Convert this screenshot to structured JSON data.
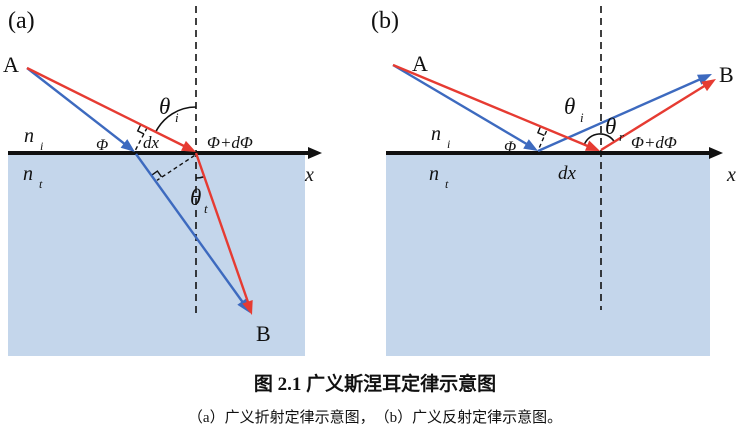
{
  "panel_a": {
    "tag": "(a)",
    "source": "A",
    "destination": "B",
    "theta_i": "θ",
    "theta_i_sub": "i",
    "theta_t": "θ",
    "theta_t_sub": "t",
    "n_i_base": "n",
    "n_i_sub": "i",
    "n_t_base": "n",
    "n_t_sub": "t",
    "phi": "Φ",
    "dx": "dx",
    "phi_d_phi": "Φ+dΦ",
    "x_axis": "x"
  },
  "panel_b": {
    "tag": "(b)",
    "source": "A",
    "destination": "B",
    "theta_i": "θ",
    "theta_i_sub": "i",
    "theta_r": "θ",
    "theta_r_sub": "r",
    "n_i_base": "n",
    "n_i_sub": "i",
    "n_t_base": "n",
    "n_t_sub": "t",
    "phi": "Φ",
    "dx": "dx",
    "phi_d_phi": "Φ+dΦ",
    "x_axis": "x"
  },
  "caption": {
    "title": "图 2.1 广义斯涅耳定律示意图",
    "subtitle": "（a）广义折射定律示意图，　（b）广义反射定律示意图。"
  },
  "colors": {
    "ray_red": "#e63b32",
    "ray_blue": "#3d6abf",
    "medium_fill": "#c4d6eb",
    "line_black": "#111111"
  }
}
